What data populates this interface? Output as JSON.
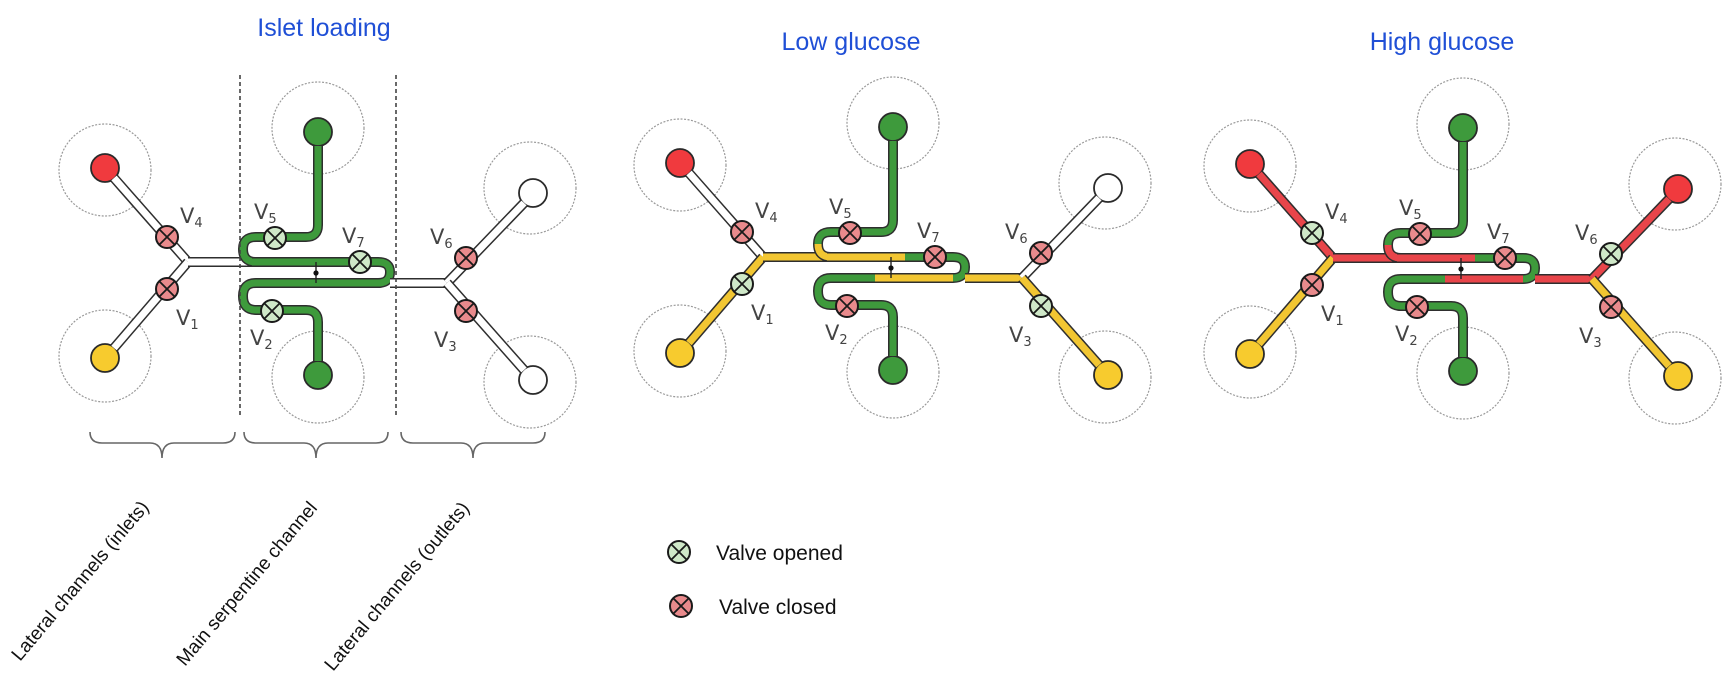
{
  "colors": {
    "title": "#1f4fd6",
    "empty": "#ffffff",
    "green": "#3e9a3c",
    "yellow": "#f2c632",
    "red": "#e8454a",
    "red_inlet": "#f03a3e",
    "yellow_inlet": "#f7cb2e",
    "valve_open": "#cfe8c8",
    "valve_closed": "#e98a8c"
  },
  "panels": [
    {
      "id": "islet-loading",
      "title": "Islet loading",
      "ports": {
        "red_inlet": "red",
        "yellow_inlet": "yellow",
        "top": "green",
        "bottom": "green",
        "outlet_top": "empty",
        "outlet_bottom": "empty"
      },
      "segments": {
        "red_arm": "empty",
        "yellow_arm": "empty",
        "left_trunk": "empty",
        "top_arm": "green",
        "upper_u": "green",
        "upper_u_tail": "green",
        "upper_h_left": "green",
        "upper_h_right": "green",
        "right_u": "green",
        "lower_h_left": "green",
        "lower_h_right": "green",
        "lower_u": "green",
        "bottom_arm": "green",
        "right_trunk": "empty",
        "outlet_top_arm": "empty",
        "outlet_bottom_arm": "empty"
      },
      "valves": {
        "V1": "closed",
        "V2": "open",
        "V3": "closed",
        "V4": "closed",
        "V5": "open",
        "V6": "closed",
        "V7": "open"
      },
      "show_regions": true
    },
    {
      "id": "low-glucose",
      "title": "Low glucose",
      "ports": {
        "red_inlet": "red",
        "yellow_inlet": "yellow",
        "top": "green",
        "bottom": "green",
        "outlet_top": "empty",
        "outlet_bottom": "yellow"
      },
      "segments": {
        "red_arm": "empty",
        "yellow_arm": "yellow",
        "left_trunk": "yellow",
        "top_arm": "green",
        "upper_u": "green",
        "upper_u_tail": "yellow",
        "upper_h_left": "yellow",
        "upper_h_right": "green",
        "right_u": "green",
        "lower_h_left": "green",
        "lower_h_right": "yellow",
        "lower_u": "green",
        "bottom_arm": "green",
        "right_trunk": "yellow",
        "outlet_top_arm": "empty",
        "outlet_bottom_arm": "yellow"
      },
      "valves": {
        "V1": "open",
        "V2": "closed",
        "V3": "open",
        "V4": "closed",
        "V5": "closed",
        "V6": "closed",
        "V7": "closed"
      },
      "show_regions": false
    },
    {
      "id": "high-glucose",
      "title": "High glucose",
      "ports": {
        "red_inlet": "red",
        "yellow_inlet": "yellow",
        "top": "green",
        "bottom": "green",
        "outlet_top": "red",
        "outlet_bottom": "yellow"
      },
      "segments": {
        "red_arm": "red",
        "yellow_arm": "yellow",
        "left_trunk": "red",
        "top_arm": "green",
        "upper_u": "green",
        "upper_u_tail": "red",
        "upper_h_left": "red",
        "upper_h_right": "green",
        "right_u": "green",
        "lower_h_left": "green",
        "lower_h_right": "red",
        "lower_u": "green",
        "bottom_arm": "green",
        "right_trunk": "red",
        "outlet_top_arm": "red",
        "outlet_bottom_arm": "yellow"
      },
      "valves": {
        "V1": "closed",
        "V2": "closed",
        "V3": "closed",
        "V4": "open",
        "V5": "closed",
        "V6": "open",
        "V7": "closed"
      },
      "show_regions": false
    }
  ],
  "valve_labels": {
    "V1": {
      "letter": "V",
      "sub": "1"
    },
    "V2": {
      "letter": "V",
      "sub": "2"
    },
    "V3": {
      "letter": "V",
      "sub": "3"
    },
    "V4": {
      "letter": "V",
      "sub": "4"
    },
    "V5": {
      "letter": "V",
      "sub": "5"
    },
    "V6": {
      "letter": "V",
      "sub": "6"
    },
    "V7": {
      "letter": "V",
      "sub": "7"
    }
  },
  "regions": [
    {
      "label": "Lateral channels (inlets)"
    },
    {
      "label": "Main serpentine channel"
    },
    {
      "label": "Lateral channels (outlets)"
    }
  ],
  "legend": {
    "open_label": "Valve opened",
    "closed_label": "Valve closed"
  }
}
